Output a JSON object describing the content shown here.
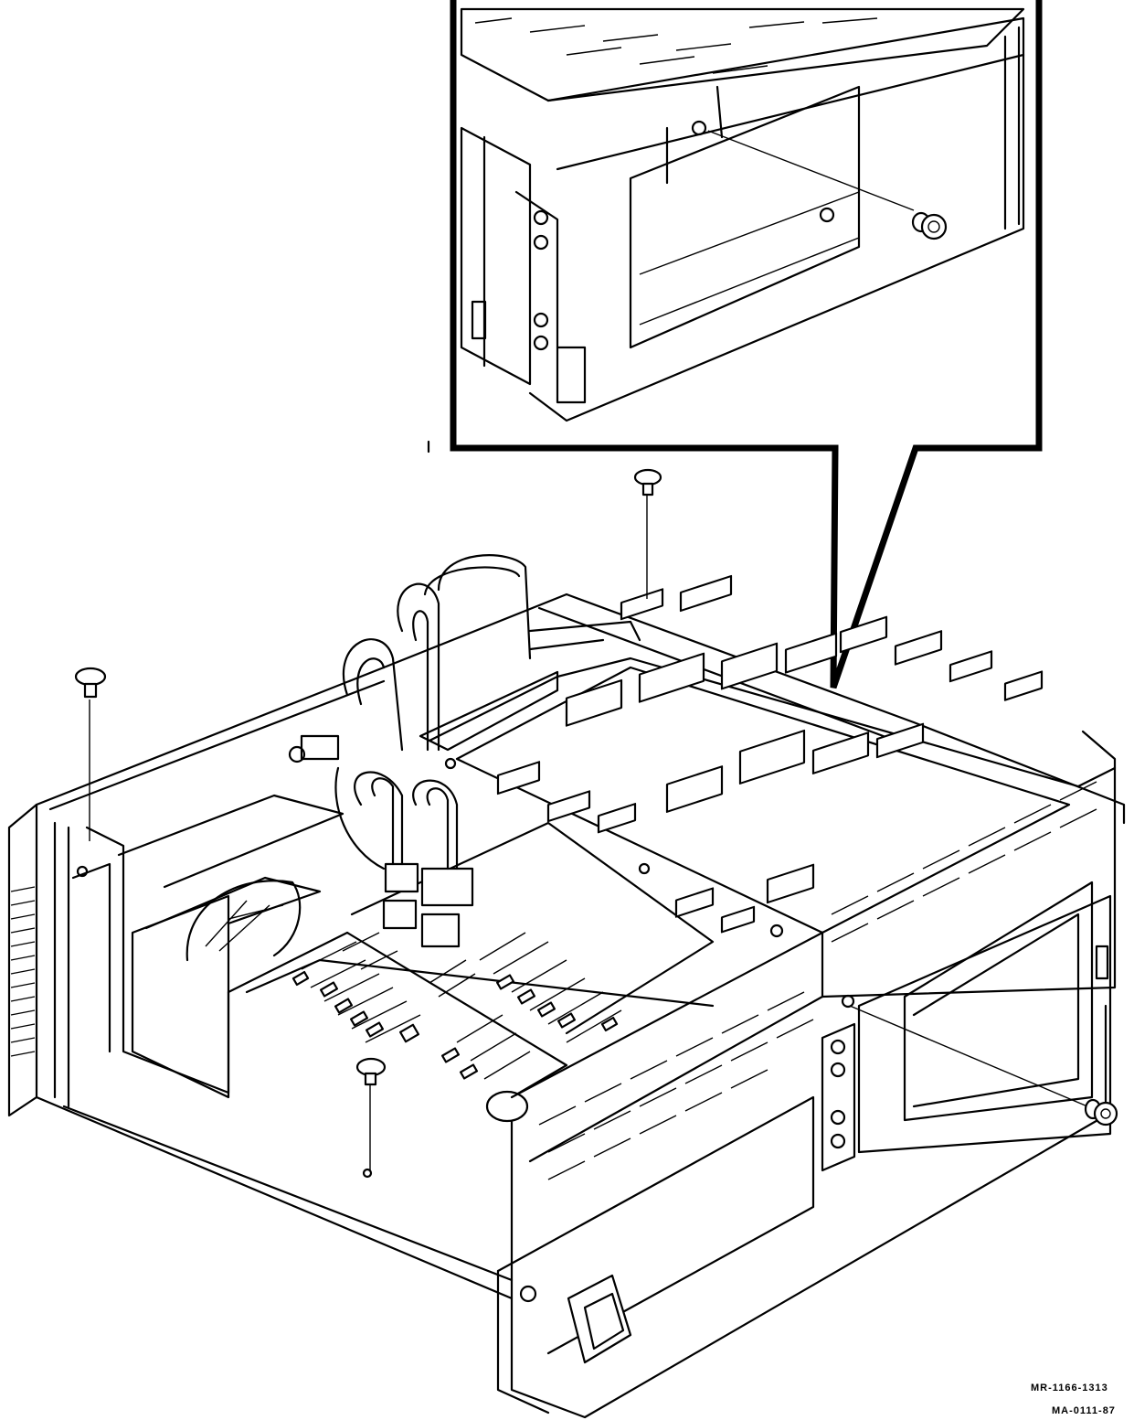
{
  "figure": {
    "type": "technical-assembly-drawing",
    "subject": "Chassis with drive bracket, power supply board and logic module; screws shown exploded",
    "colors": {
      "line": "#000000",
      "background": "#ffffff"
    },
    "callout": {
      "description": "Enlarged detail of drive bracket mounting screw",
      "points_to": "drive-bracket-rear-screw"
    },
    "screws": [
      {
        "id": "screw-left-bracket",
        "label": ""
      },
      {
        "id": "screw-top-bracket",
        "label": ""
      },
      {
        "id": "screw-center-board",
        "label": ""
      },
      {
        "id": "screw-right-drive",
        "label": ""
      },
      {
        "id": "screw-inset-detail",
        "label": ""
      }
    ]
  },
  "labels": {
    "figure_number": "MR-1166-1313",
    "drawing_number": "MA-0111-87"
  }
}
